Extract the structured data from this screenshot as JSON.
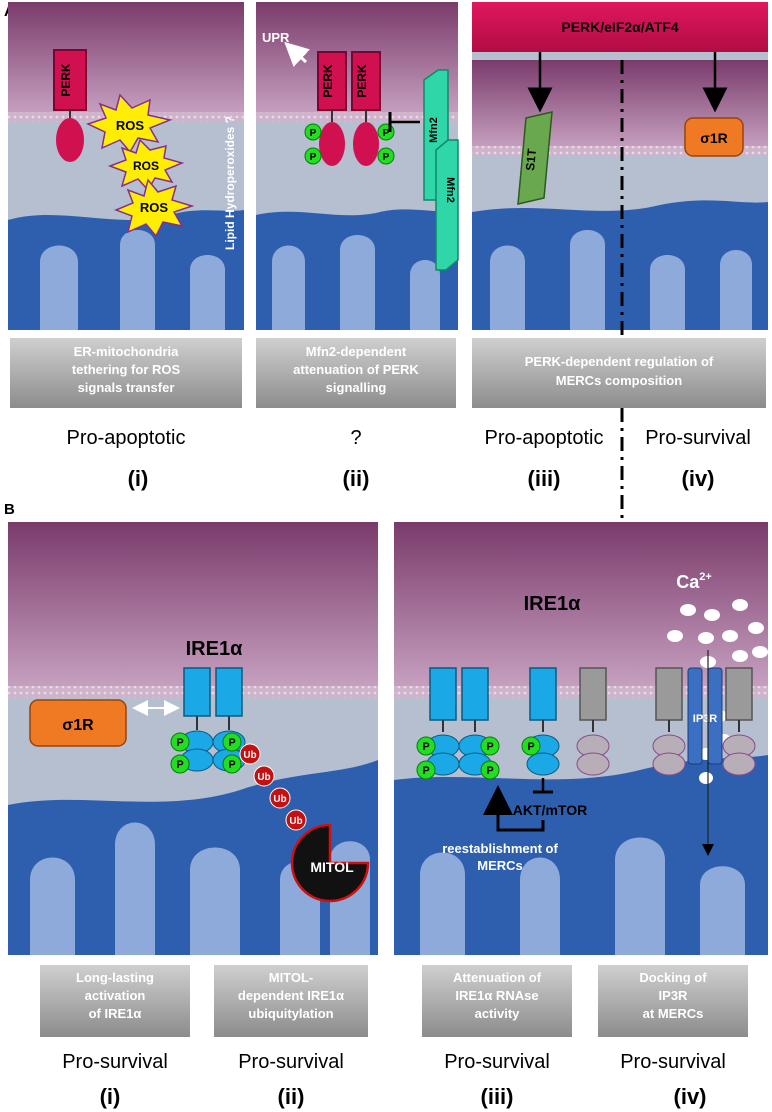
{
  "panelA": {
    "letter": "A",
    "proteins": {
      "perk": "PERK",
      "ros": "ROS",
      "p": "P",
      "mfn2": "Mfn2",
      "s1t": "S1T",
      "sigma1r": "σ1R"
    },
    "annotations": {
      "lipid": "Lipid Hydroperoxides ?",
      "upr": "UPR",
      "banner": "PERK/eIF2α/ATF4"
    },
    "captions": {
      "i": [
        "ER-mitochondria",
        "tethering for ROS",
        "signals transfer"
      ],
      "ii": [
        "Mfn2-dependent",
        "attenuation of PERK",
        "signalling"
      ],
      "iii": [
        "PERK-dependent regulation of",
        "MERCs composition"
      ]
    },
    "outcomes": {
      "i": "Pro-apoptotic",
      "ii": "?",
      "iii": "Pro-apoptotic",
      "iv": "Pro-survival"
    },
    "numerals": {
      "i": "(i)",
      "ii": "(ii)",
      "iii": "(iii)",
      "iv": "(iv)"
    }
  },
  "panelB": {
    "letter": "B",
    "proteins": {
      "ire1a": "IRE1α",
      "sigma1r": "σ1R",
      "p": "P",
      "ub": "Ub",
      "mitol": "MITOL",
      "ip3r": "IP3R",
      "ca": "Ca",
      "ca_charge": "2+"
    },
    "annotations": {
      "akt": "AKT/mTOR",
      "reest": [
        "reestablishment of",
        "MERCs"
      ]
    },
    "captions": {
      "i": [
        "Long-lasting",
        "activation",
        "of IRE1α"
      ],
      "ii": [
        "MITOL-",
        "dependent IRE1α",
        "ubiquitylation"
      ],
      "iii": [
        "Attenuation of",
        "IRE1α RNAse",
        "activity"
      ],
      "iv": [
        "Docking of",
        "IP3R",
        "at MERCs"
      ]
    },
    "outcomes": {
      "i": "Pro-survival",
      "ii": "Pro-survival",
      "iii": "Pro-survival",
      "iv": "Pro-survival"
    },
    "numerals": {
      "i": "(i)",
      "ii": "(ii)",
      "iii": "(iii)",
      "iv": "(iv)"
    }
  },
  "colors": {
    "er_top": "#7e3f6e",
    "er_bottom": "#c9a3c3",
    "cytosol": "#b5bfcf",
    "mito": "#2e5fae",
    "cristae": "#8eaadb",
    "perk": "#d0104f",
    "ros": "#ffee00",
    "phospho": "#22dd22",
    "mfn2": "#2fd6a8",
    "s1t": "#6aa84f",
    "sigma": "#f07a24",
    "ire": "#1aa9e6",
    "grey": "#9a9a9a",
    "ub": "#c41010",
    "banner": "#d0104f"
  }
}
